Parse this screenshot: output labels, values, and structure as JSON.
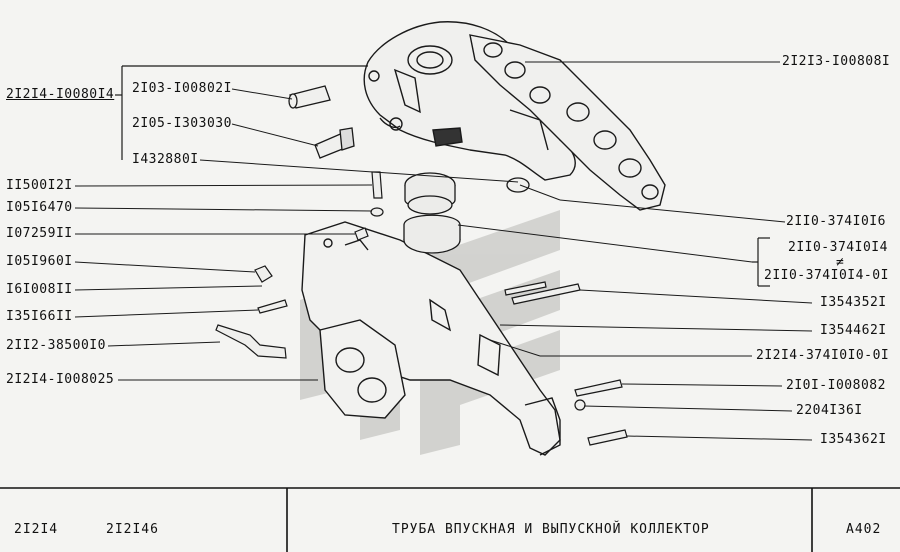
{
  "left_labels": {
    "assembly": "2I2I4-I0080I4",
    "p1": "2I03-I00802I",
    "p2": "2I05-I303030",
    "p3": "I432880I",
    "p4": "II500I2I",
    "p5": "I05I6470",
    "p6": "I07259II",
    "p7": "I05I960I",
    "p8": "I6I008II",
    "p9": "I35I66II",
    "p10": "2II2-38500I0",
    "p11": "2I2I4-I008025"
  },
  "right_labels": {
    "r1": "2I2I3-I00808I",
    "r2": "2II0-374I0I6",
    "r3a": "2II0-374I0I4",
    "r3mark": "≠",
    "r3b": "2II0-374I0I4-0I",
    "r4": "I354352I",
    "r5": "I354462I",
    "r6": "2I2I4-374I0I0-0I",
    "r7": "2I0I-I008082",
    "r8": "2204I36I",
    "r9": "I354362I"
  },
  "footer": {
    "model1": "2I2I4",
    "model2": "2I2I46",
    "title": "ТРУБА  ВПУСКНАЯ  И  ВЫПУСКНОЙ  КОЛЛЕКТОР",
    "page": "А402"
  }
}
